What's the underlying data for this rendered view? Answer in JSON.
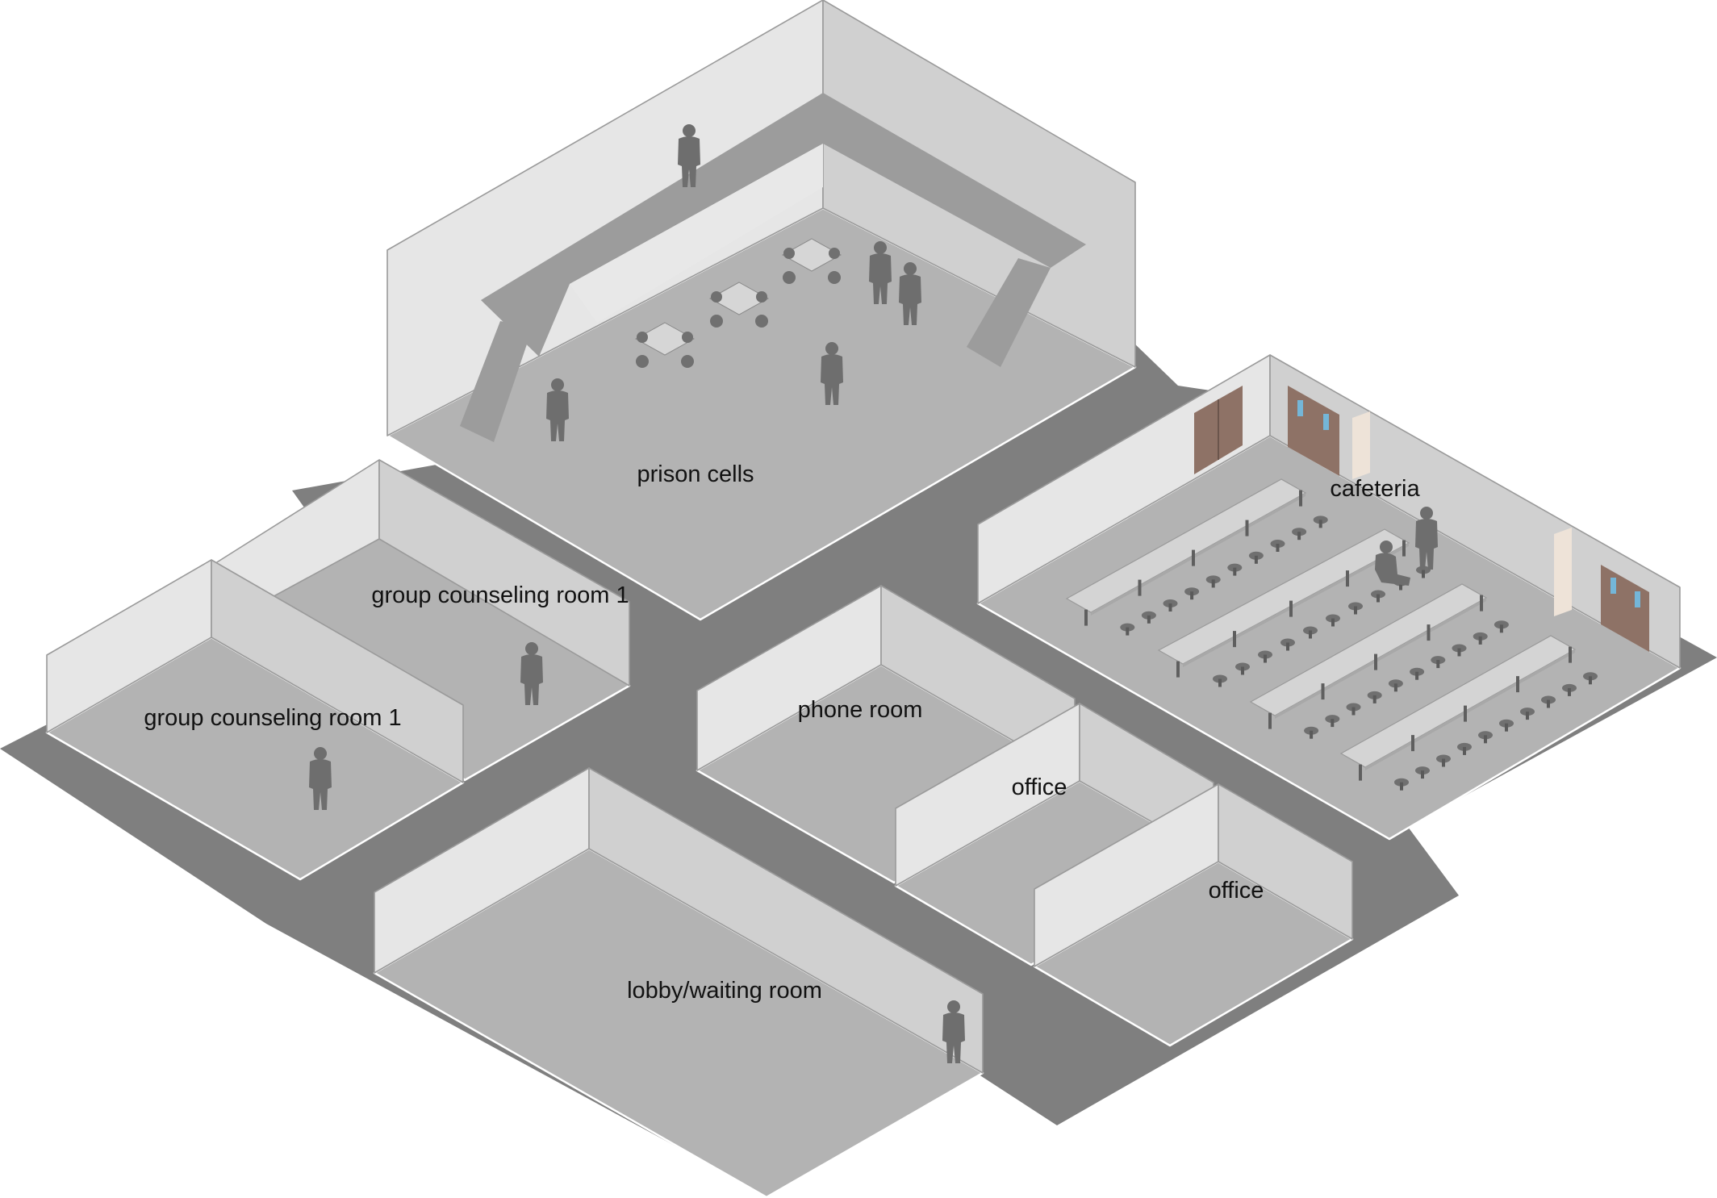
{
  "colors": {
    "ground": "#7f7f7f",
    "floor": "#b3b3b3",
    "wall_light": "#e6e6e6",
    "wall_dark": "#d0d0d0",
    "catwalk": "#9c9c9c",
    "person": "#6e6e6e",
    "furniture": "#c8c8c8",
    "stool": "#707070",
    "door": "#8e7266",
    "door_window": "#74b6d8"
  },
  "rooms": [
    {
      "id": "prison-cells",
      "label": "prison cells"
    },
    {
      "id": "cafeteria",
      "label": "cafeteria"
    },
    {
      "id": "group-counseling-back",
      "label": "group counseling room 1"
    },
    {
      "id": "group-counseling-front",
      "label": "group counseling room 1"
    },
    {
      "id": "phone-room",
      "label": "phone room"
    },
    {
      "id": "office-1",
      "label": "office"
    },
    {
      "id": "office-2",
      "label": "office"
    },
    {
      "id": "lobby",
      "label": "lobby/waiting room"
    }
  ]
}
